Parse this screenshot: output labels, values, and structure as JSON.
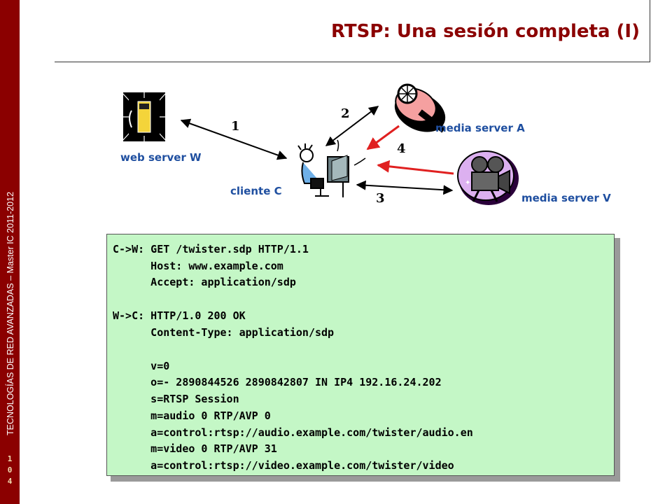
{
  "sidebar": {
    "vertical_text": "TECNOLOGÍAS DE RED AVANZADAS – Master IC 2011-2012",
    "page_number": [
      "1",
      "0",
      "4"
    ]
  },
  "title": "RTSP: Una sesión completa (I)",
  "diagram": {
    "nodes": {
      "web_server": "web server W",
      "client": "cliente C",
      "media_a": "media server A",
      "media_v": "media server V"
    },
    "steps": [
      "1",
      "2",
      "3",
      "4"
    ],
    "colors": {
      "request_arrow": "#000000",
      "stream_arrow": "#e02020",
      "label": "#1f4fa0"
    }
  },
  "code_lines": [
    "C->W: GET /twister.sdp HTTP/1.1",
    "      Host: www.example.com",
    "      Accept: application/sdp",
    "",
    "W->C: HTTP/1.0 200 OK",
    "      Content-Type: application/sdp",
    "",
    "      v=0",
    "      o=- 2890844526 2890842807 IN IP4 192.16.24.202",
    "      s=RTSP Session",
    "      m=audio 0 RTP/AVP 0",
    "      a=control:rtsp://audio.example.com/twister/audio.en",
    "      m=video 0 RTP/AVP 31",
    "      a=control:rtsp://video.example.com/twister/video"
  ]
}
